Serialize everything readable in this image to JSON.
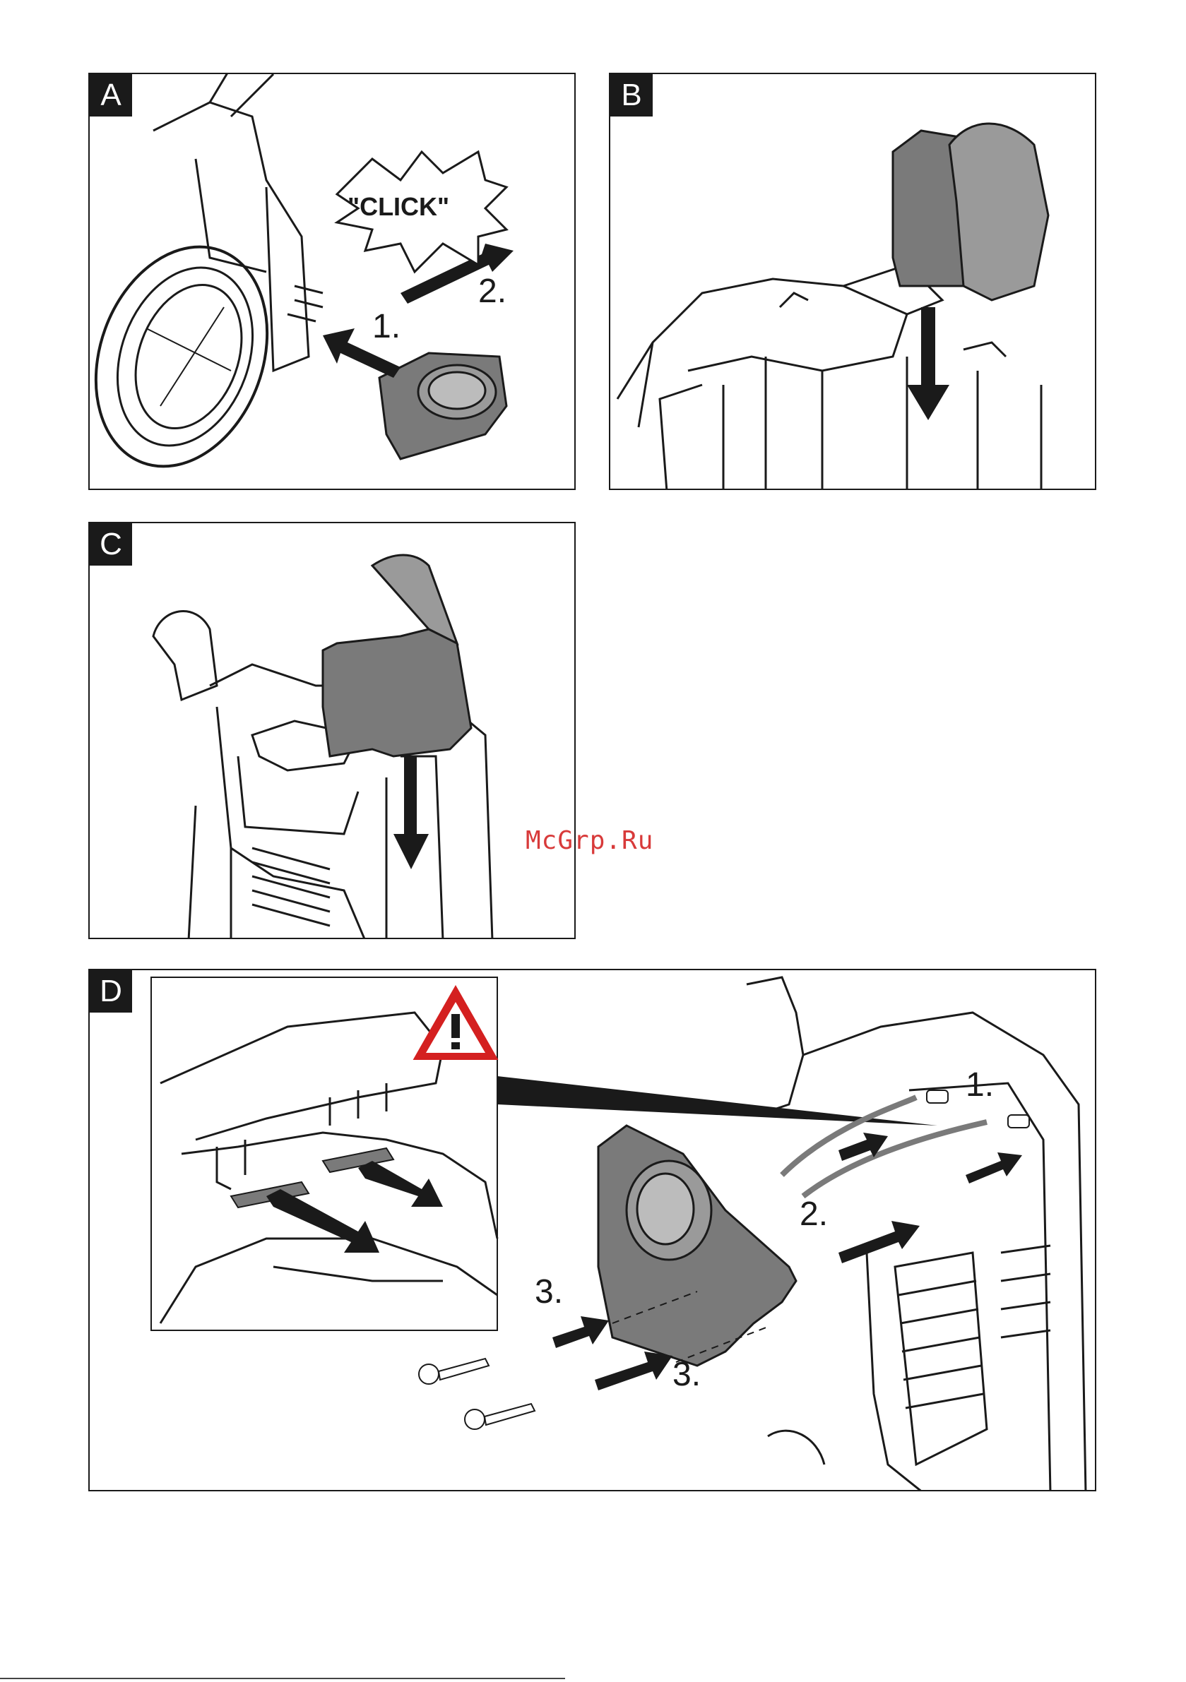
{
  "panels": {
    "a": {
      "letter": "A",
      "click_label": "\"CLICK\"",
      "step1": "1.",
      "step2": "2."
    },
    "b": {
      "letter": "B"
    },
    "c": {
      "letter": "C"
    },
    "d": {
      "letter": "D",
      "step1": "1.",
      "step2": "2.",
      "step3a": "3.",
      "step3b": "3."
    }
  },
  "watermark": "McGrp.Ru",
  "colors": {
    "line": "#1a1a1a",
    "part_gray": "#7a7a7a",
    "warning_red": "#d42020",
    "watermark": "#d83a3a"
  },
  "icons": {
    "warning": "warning-triangle-icon"
  }
}
